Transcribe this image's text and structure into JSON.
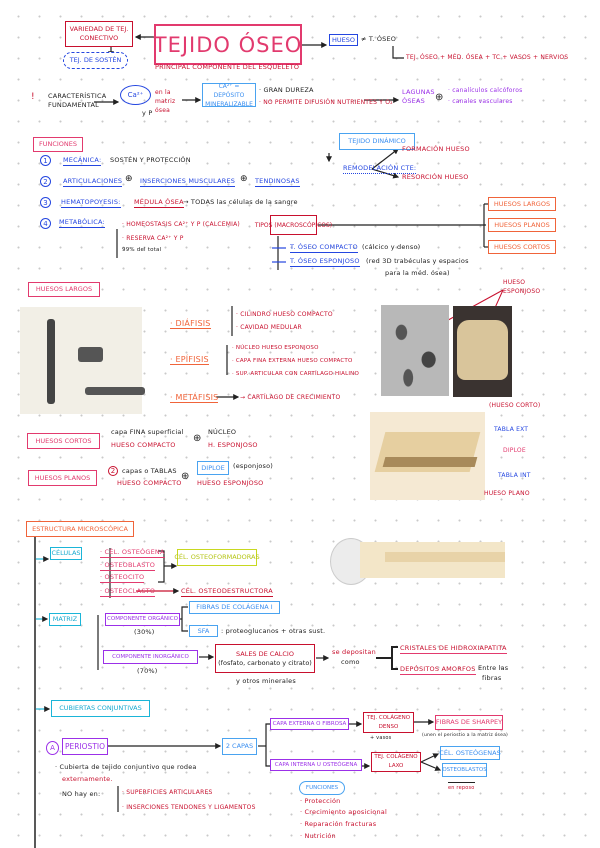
{
  "header": {
    "title": "TEJIDO ÓSEO",
    "subtitle": "PRINCIPAL COMPONENTE DEL ESQUELETO",
    "variedad": "VARIEDAD DE TEJ. CONECTIVO",
    "sosten": "TEJ. DE SOSTÉN",
    "hueso": "HUESO",
    "hueso_neq": "≠ T. ÓSEO",
    "hueso_def": "TEJ. ÓSEO + MÉD. ÓSEA + TC + VASOS + NERVIOS"
  },
  "caracteristica": {
    "mark": "!",
    "label": "CARACTERÍSTICA FUNDAMENTAL",
    "ion": "Ca²⁺",
    "y_p": "y P",
    "en_matriz": "en la matriz ósea",
    "deposito": "Ca²⁺ = DEPÓSITO MINERALIZABLE",
    "dureza": "· GRAN DUREZA",
    "difusion": "· NO permite DIFUSIÓN nutrientes y O₂",
    "lagunas": "LAGUNAS ÓSEAS",
    "plus": "⊕",
    "canales": [
      "· canalículos calcóforos",
      "· canales vasculares"
    ]
  },
  "funciones": {
    "title": "FUNCIONES",
    "items": [
      {
        "num": "1",
        "name": "MECÁNICA:",
        "desc": "SOSTÉN Y PROTECCIÓN"
      },
      {
        "num": "2",
        "name": "ARTICULACIONES",
        "plus": "⊕",
        "b": "INSERCIONES MUSCULARES",
        "c": "TENDINOSAS"
      },
      {
        "num": "3",
        "name": "HEMATOPOYESIS:",
        "b": "MÉDULA ÓSEA",
        "desc": "→ TODAS las células de la sangre"
      },
      {
        "num": "4",
        "name": "METABÓLICA:",
        "lines": [
          "· HOMEOSTASIS Ca²⁺ y P (calcemia)",
          "· RESERVA Ca²⁺ y P",
          "99% del total"
        ]
      }
    ]
  },
  "dinamico": {
    "title": "TEJIDO DINÁMICO",
    "remodelacion": "REMODELACIÓN CTE:",
    "formacion": "FORMACIÓN hueso",
    "resorcion": "RESORCIÓN hueso"
  },
  "tipos": {
    "title": "TIPOS (macroscópicos)",
    "compacto": "T. ÓSEO COMPACTO",
    "compacto_desc": "(cálcico y denso)",
    "esponjoso": "T. ÓSEO ESPONJOSO",
    "esponjoso_desc": "(red 3D trabéculas y espacios",
    "esponjoso_desc2": "para la méd. ósea)",
    "huesos": [
      "HUESOS LARGOS",
      "HUESOS PLANOS",
      "HUESOS CORTOS"
    ]
  },
  "largos": {
    "title": "HUESOS LARGOS",
    "diafisis": "· DIÁFISIS",
    "diafisis_items": [
      "· Cilindro HUESO COMPACTO",
      "· CAVIDAD MEDULAR"
    ],
    "epifisis": "· EPÍFISIS",
    "epifisis_items": [
      "· Núcleo HUESO ESPONJOSO",
      "· capa FINA EXTERNA HUESO COMPACTO",
      "· SUP. ARTICULAR con CARTÍLAGO HIALINO"
    ],
    "metafisis": "· METÁFISIS",
    "metafisis_desc": "→ CARTÍLAGO DE CRECIMIENTO",
    "hueso_esponjoso": "HUESO ESPONJOSO",
    "hueso_corto": "(HUESO CORTO)"
  },
  "cortos": {
    "title": "HUESOS CORTOS",
    "a": "capa FINA superficial",
    "a2": "HUESO COMPACTO",
    "plus": "⊕",
    "b": "NÚCLEO",
    "b2": "H. ESPONJOSO"
  },
  "planos": {
    "title": "HUESOS PLANOS",
    "num": "2",
    "a": "capas o TABLAS",
    "a2": "HUESO COMPACTO",
    "plus": "⊕",
    "diploe": "DIPLOE",
    "diploe_note": "(esponjoso)",
    "b2": "HUESO ESPONJOSO",
    "labels": {
      "ext": "TABLA EXT",
      "diploe": "DIPLOE",
      "int": "TABLA INT",
      "plano": "HUESO PLANO"
    }
  },
  "micro": {
    "title": "ESTRUCTURA MICROSCÓPICA",
    "celulas": "CÉLULAS",
    "celulas_list": [
      "· CÉL. OSTEÓGENA",
      "· OSTEOBLASTO",
      "· OSTEOCITO",
      "· OSTEOCLASTO"
    ],
    "formadoras": "CÉL. OSTEOFORMADORAS",
    "destructora": "CÉL. OSTEODESTRUCTORA",
    "matriz": "MATRIZ",
    "organico": "COMPONENTE ORGÁNICO",
    "organico_pct": "(30%)",
    "fibras": "FIBRAS DE COLÁGENA I",
    "sfa": "SFA",
    "sfa_desc": ": proteoglucanos + otras sust.",
    "inorganico": "COMPONENTE INORGÁNICO",
    "inorganico_pct": "(70%)",
    "sales": "SALES DE CALCIO",
    "sales_desc": "(fosfato, carbonato y citrato)",
    "otros": "y otros minerales",
    "deposito": "se depositan",
    "como": "como",
    "cristales": "CRISTALES DE HIDROXIAPATITA",
    "amorfos": "DEPÓSITOS AMORFOS",
    "entre": "Entre las",
    "fibras_word": "fibras"
  },
  "cubiertas": {
    "title": "CUBIERTAS CONJUNTIVAS",
    "letter": "A",
    "periostio": "PERIOSTIO",
    "capas": "2 CAPAS",
    "externa": "CAPA EXTERNA o FIBROSA",
    "denso": "TEJ. COLÁGENO DENSO",
    "vasos": "+ vasos",
    "sharpey": "FIBRAS DE SHARPEY",
    "sharpey_note": "(unen el periostio a la matriz ósea)",
    "interna": "CAPA INTERNA u OSTEÓGENA",
    "laxo": "TEJ. COLÁGENO LAXO",
    "osteogenas": "CÉL. OSTEÓGENAS",
    "osteoblastos": "OSTEOBLASTOS",
    "reposo": "en reposo",
    "def1": "· Cubierta de tejido conjuntivo que rodea",
    "def2": "externamente.",
    "no_hay": "NO hay en:",
    "no_items": [
      "· SUPERFICIES ARTICULARES",
      "· INSERCIONES TENDONES y LIGAMENTOS"
    ],
    "funciones": "FUNCIONES",
    "funciones_items": [
      "· Protección",
      "· Crecimiento aposicional",
      "· Reparación fracturas",
      "· Nutrición"
    ]
  },
  "colors": {
    "red": "#c8102e",
    "pink": "#e23a6e",
    "blue": "#2446e0",
    "cyan": "#1bb5d8",
    "purple": "#9b30e8",
    "orange": "#f0643a",
    "yellow": "#c8d820"
  }
}
